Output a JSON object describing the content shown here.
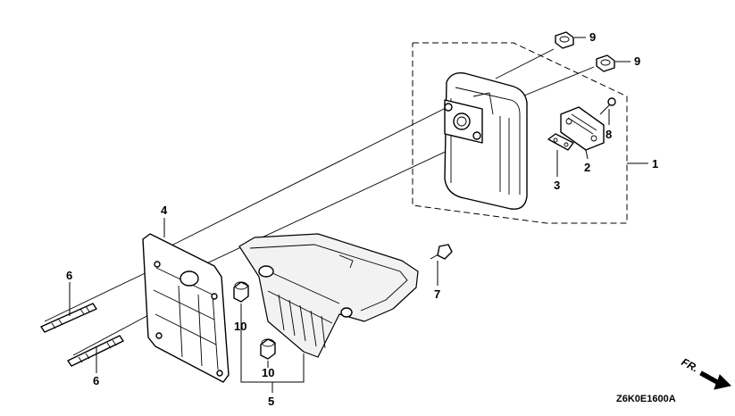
{
  "callouts": {
    "c1": "1",
    "c2": "2",
    "c3": "3",
    "c4": "4",
    "c5": "5",
    "c6a": "6",
    "c6b": "6",
    "c7": "7",
    "c8": "8",
    "c9a": "9",
    "c9b": "9",
    "c10a": "10",
    "c10b": "10"
  },
  "diagram_code": "Z6K0E1600A",
  "direction_label": "FR.",
  "icons": {
    "front_arrow": "front-direction-arrow"
  }
}
